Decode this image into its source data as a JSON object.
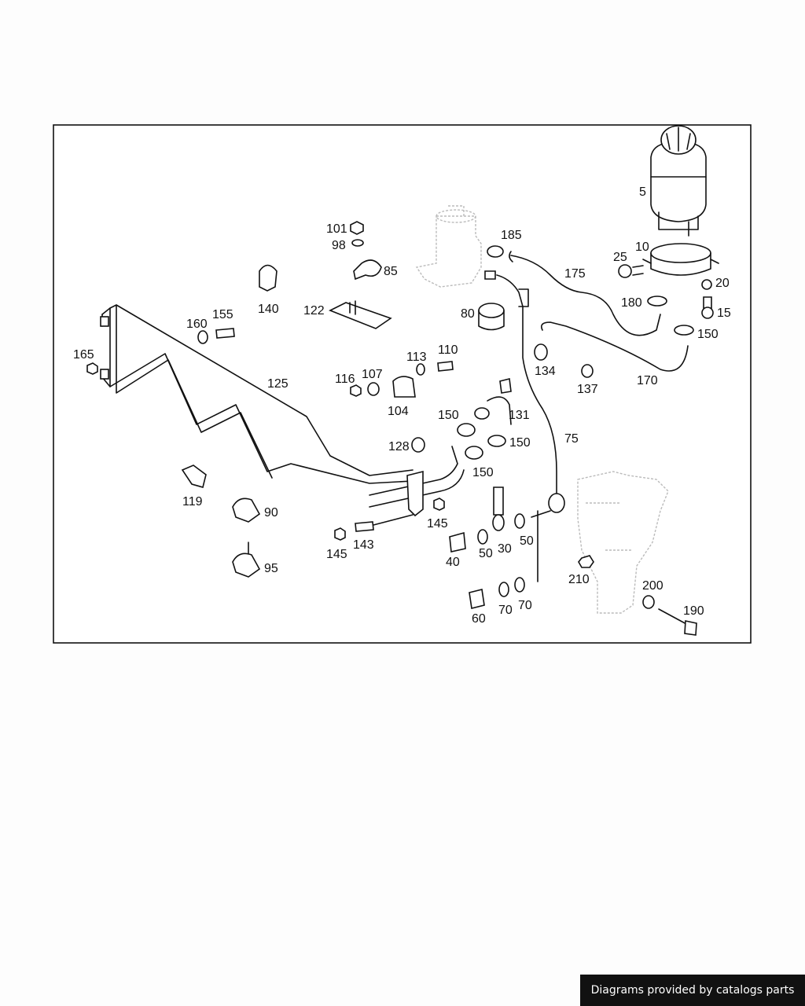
{
  "labels": {
    "p5": "5",
    "p10": "10",
    "p15": "15",
    "p20": "20",
    "p25": "25",
    "p30": "30",
    "p40": "40",
    "p50a": "50",
    "p50b": "50",
    "p60": "60",
    "p70a": "70",
    "p70b": "70",
    "p75": "75",
    "p80": "80",
    "p85": "85",
    "p90": "90",
    "p95": "95",
    "p98": "98",
    "p101": "101",
    "p104": "104",
    "p107": "107",
    "p110": "110",
    "p113": "113",
    "p116": "116",
    "p119": "119",
    "p122": "122",
    "p125": "125",
    "p128": "128",
    "p131": "131",
    "p134": "134",
    "p137": "137",
    "p140": "140",
    "p143": "143",
    "p145a": "145",
    "p145b": "145",
    "p150a": "150",
    "p150b": "150",
    "p150c": "150",
    "p150d": "150",
    "p155": "155",
    "p160": "160",
    "p165": "165",
    "p170": "170",
    "p175": "175",
    "p180": "180",
    "p185": "185",
    "p190": "190",
    "p200": "200",
    "p210": "210"
  },
  "footer": {
    "credit": "Diagrams provided by catalogs parts"
  }
}
